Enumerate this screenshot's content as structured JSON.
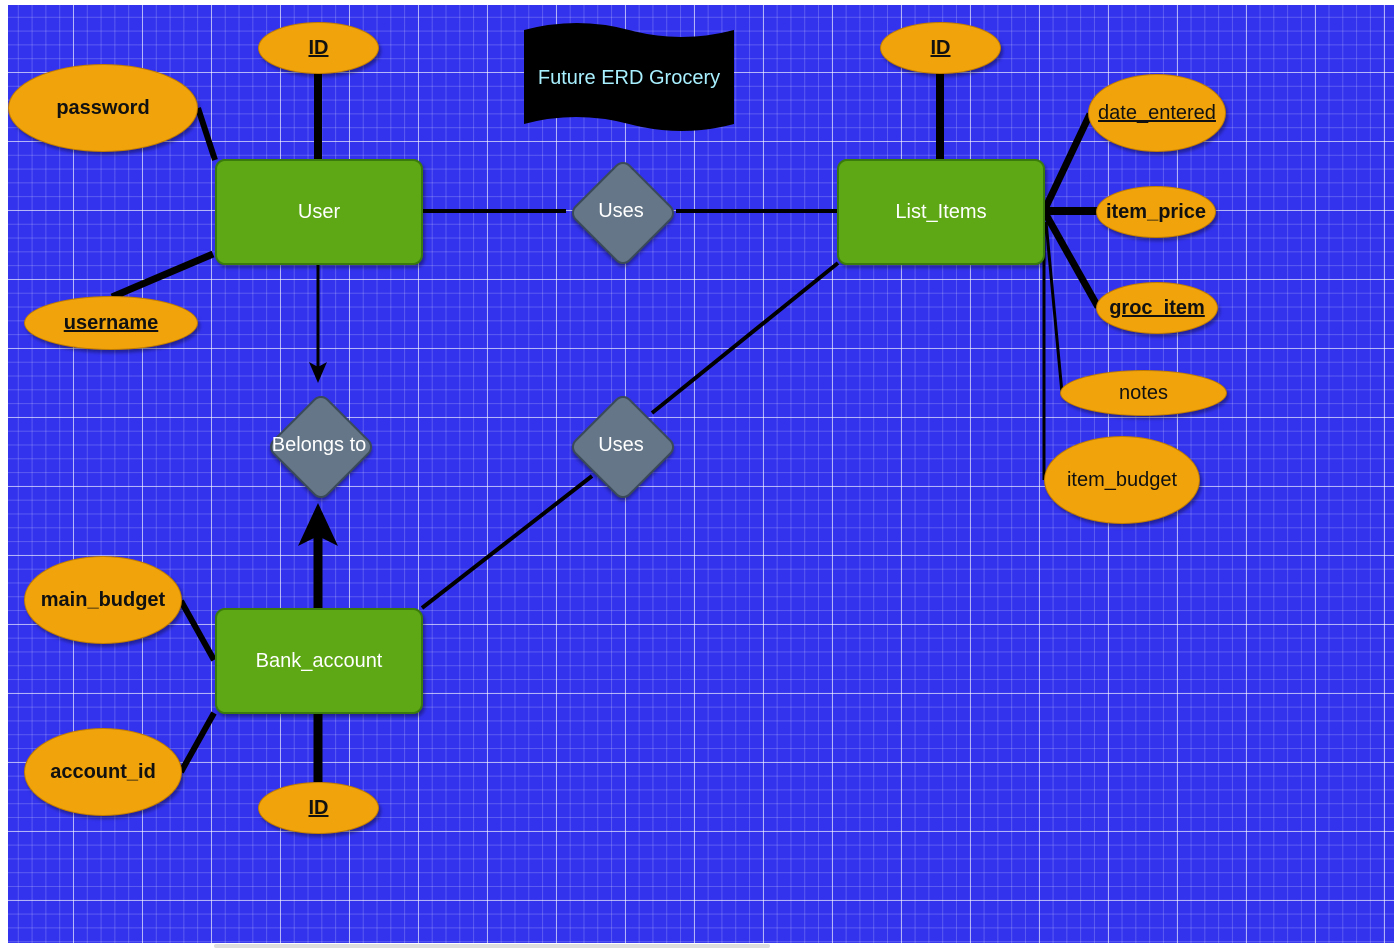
{
  "diagram": {
    "title": "Future ERD Grocery",
    "entities": {
      "user": "User",
      "list_items": "List_Items",
      "bank_account": "Bank_account"
    },
    "relationships": {
      "uses_top": "Uses",
      "uses_middle": "Uses",
      "belongs_to": "Belongs to"
    },
    "attributes": {
      "user_id": "ID",
      "user_password": "password",
      "user_username": "username",
      "list_id": "ID",
      "list_date_entered": "date_entered",
      "list_item_price": "item_price",
      "list_groc_item": "groc_item",
      "list_notes": "notes",
      "list_item_budget": "item_budget",
      "bank_main_budget": "main_budget",
      "bank_account_id": "account_id",
      "bank_id": "ID"
    },
    "colors": {
      "background": "#3333ee",
      "entity": "#5da814",
      "attribute": "#f0a30a",
      "relationship": "#647687",
      "title_flag": "#000000",
      "title_text": "#a8f0ff"
    }
  }
}
